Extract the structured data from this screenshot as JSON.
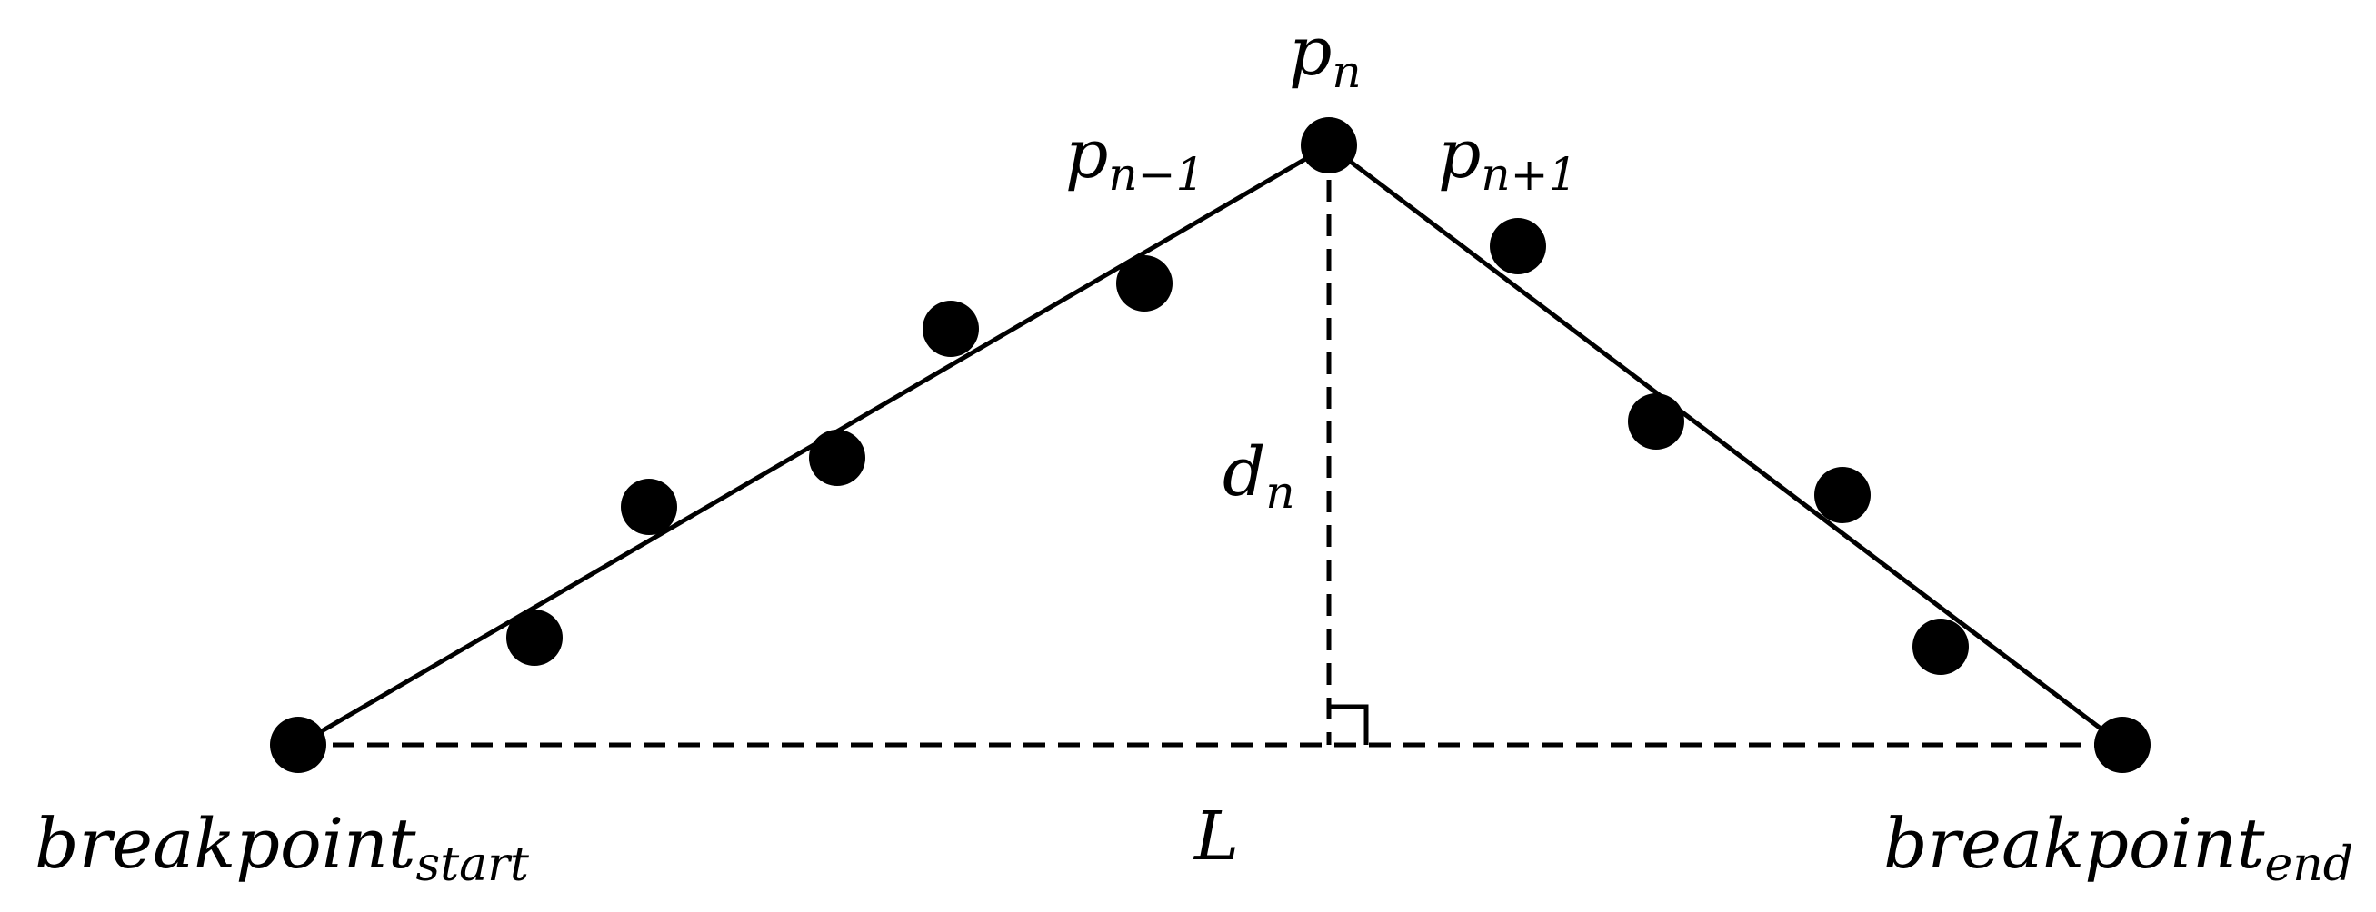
{
  "labels": {
    "peak": {
      "base": "p",
      "sub": "n"
    },
    "prev": {
      "base": "p",
      "sub": "n−1"
    },
    "next": {
      "base": "p",
      "sub": "n+1"
    },
    "distance": {
      "base": "d",
      "sub": "n"
    },
    "length": {
      "base": "L"
    },
    "start": {
      "base": "breakpoint",
      "sub": "start"
    },
    "end": {
      "base": "breakpoint",
      "sub": "end"
    }
  },
  "colors": {
    "ink": "#000000",
    "background": "#ffffff"
  }
}
